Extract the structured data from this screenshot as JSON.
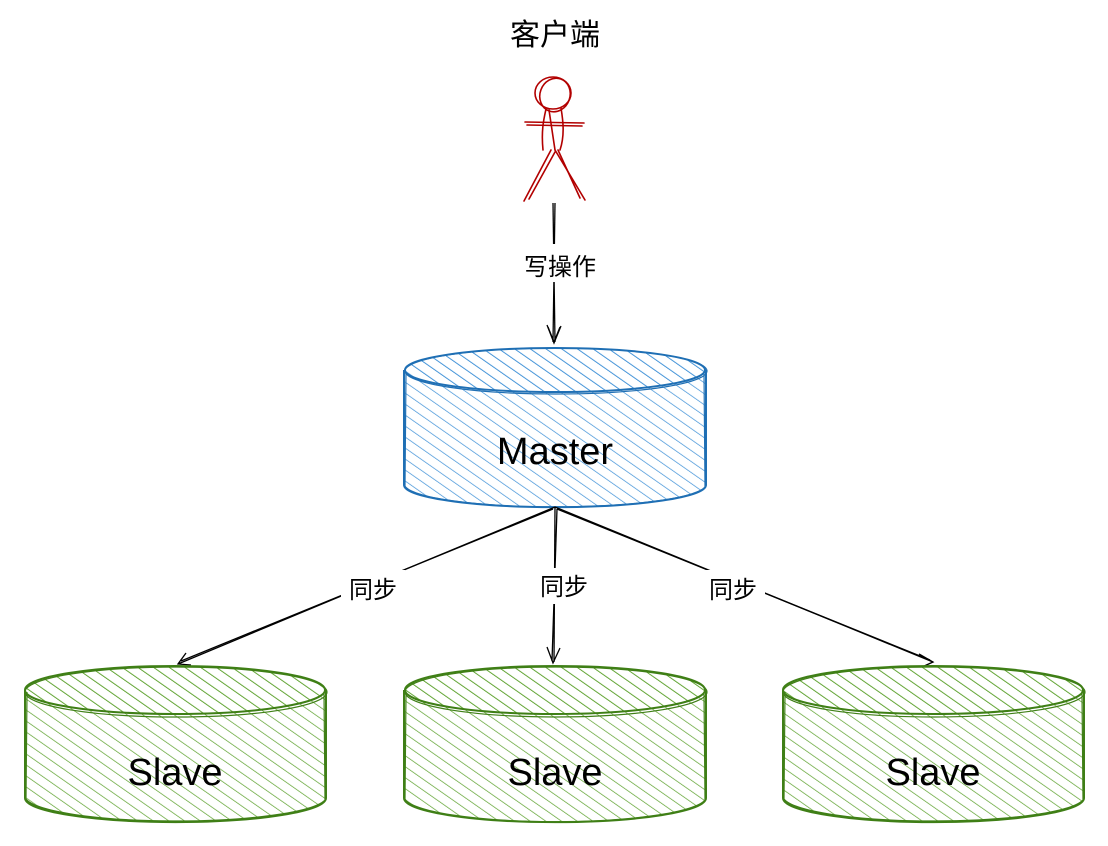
{
  "client": {
    "title": "客户端",
    "icon": "person-stick-figure-icon",
    "color": "#b20000"
  },
  "edges": {
    "write_label": "写操作",
    "sync_label": "同步"
  },
  "master": {
    "label": "Master",
    "stroke": "#1f6fb4",
    "hatch": "#3b8fd6"
  },
  "slaves": [
    {
      "label": "Slave"
    },
    {
      "label": "Slave"
    },
    {
      "label": "Slave"
    }
  ],
  "slave_style": {
    "stroke": "#3f7f16",
    "hatch": "#5aa02a"
  },
  "line_color": "#000000"
}
